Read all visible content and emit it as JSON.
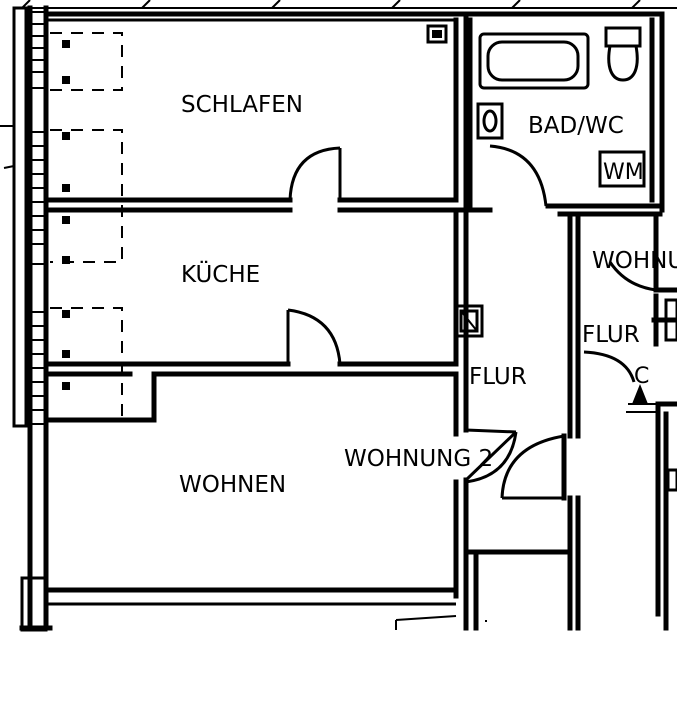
{
  "rooms": {
    "schlafen": "SCHLAFEN",
    "bad_wc": "BAD/WC",
    "wm": "WM",
    "kueche": "KÜCHE",
    "flur_main": "FLUR",
    "flur_right": "FLUR",
    "wohnung_2": "WOHNUNG 2",
    "wohnen": "WOHNEN",
    "wohnung_right": "WOHNUI",
    "marker_c": "C"
  },
  "colors": {
    "ink": "#000000",
    "paper": "#ffffff"
  }
}
